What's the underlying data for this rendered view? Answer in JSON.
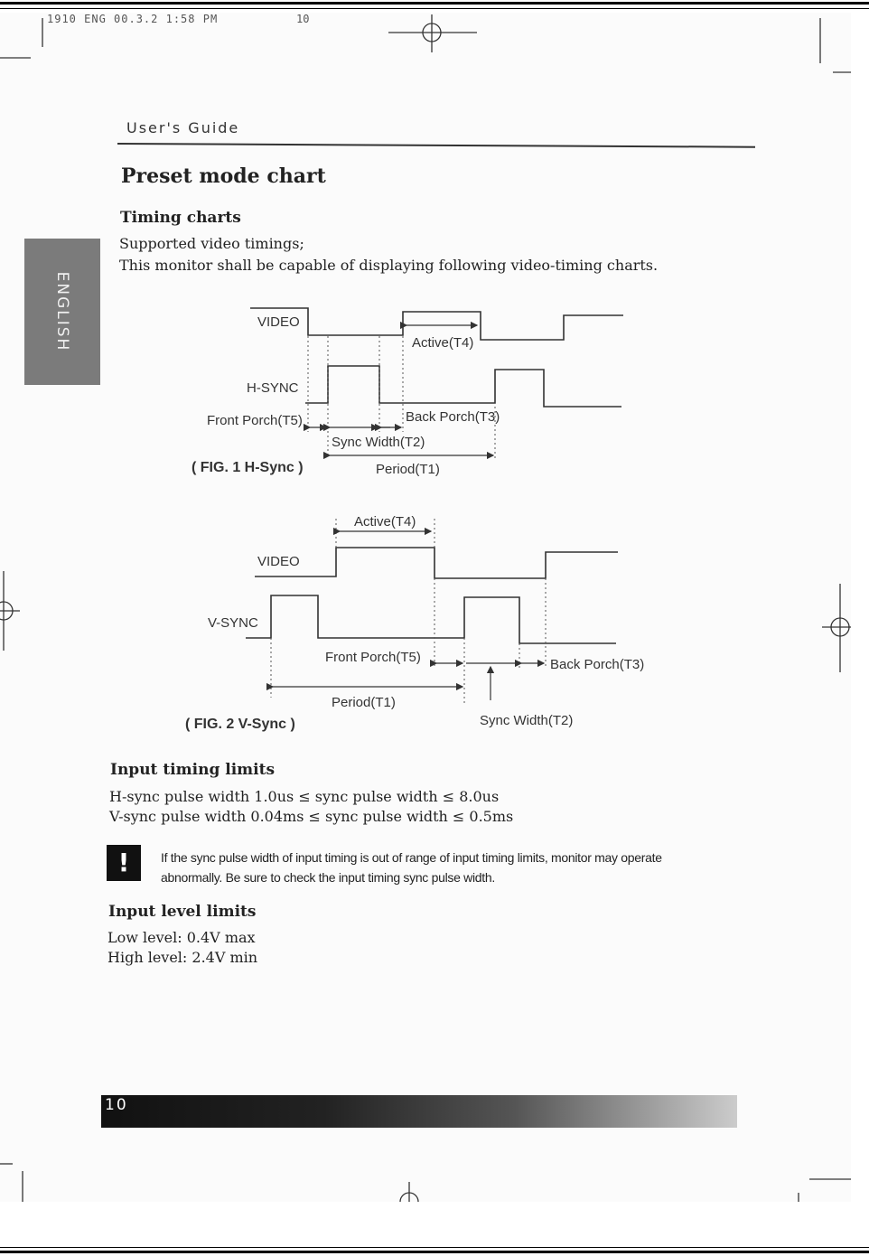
{
  "slug": {
    "text": "1910 ENG 00.3.2 1:58 PM",
    "number": "10"
  },
  "header": {
    "title": "User's Guide"
  },
  "side_tab": {
    "label": "ENGLISH"
  },
  "section_title": "Preset mode chart",
  "timing_charts": {
    "heading": "Timing charts",
    "line1": "Supported video timings;",
    "line2": "This monitor shall be capable of displaying following video-timing charts."
  },
  "fig1": {
    "video_label": "VIDEO",
    "hsync_label": "H-SYNC",
    "active_label": "Active(T4)",
    "front_porch_label": "Front Porch(T5)",
    "back_porch_label": "Back Porch(T3)",
    "sync_width_label": "Sync Width(T2)",
    "period_label": "Period(T1)",
    "caption": "( FIG. 1   H-Sync )"
  },
  "fig2": {
    "active_label": "Active(T4)",
    "video_label": "VIDEO",
    "vsync_label": "V-SYNC",
    "front_porch_label": "Front Porch(T5)",
    "back_porch_label": "Back Porch(T3)",
    "period_label": "Period(T1)",
    "sync_width_label": "Sync Width(T2)",
    "caption": "( FIG. 2  V-Sync )"
  },
  "input_timing": {
    "heading": "Input timing limits",
    "line1": "H-sync pulse width 1.0us ≤ sync pulse width ≤ 8.0us",
    "line2": "V-sync pulse width 0.04ms ≤  sync pulse width ≤ 0.5ms"
  },
  "warning": {
    "icon": "!",
    "line1": "If the sync pulse width of input timing is out of range of input timing limits, monitor may operate",
    "line2": "abnormally. Be sure to check the input timing sync pulse width."
  },
  "input_level": {
    "heading": "Input level limits",
    "line1": "Low level: 0.4V max",
    "line2": "High level: 2.4V min"
  },
  "footer": {
    "page_number": "10"
  }
}
